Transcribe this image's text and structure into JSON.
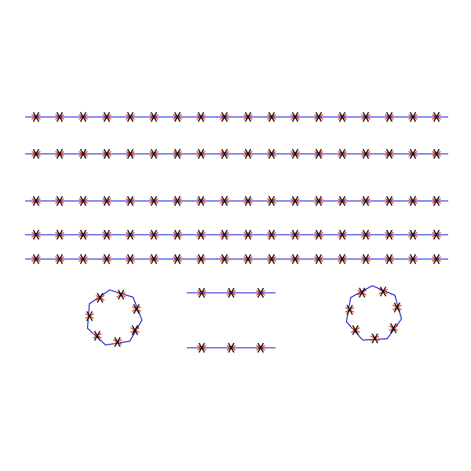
{
  "colors": {
    "background": "#ffffff",
    "line": "#0000cc",
    "marker_cross": "#000000",
    "marker_tick": "#e8401c"
  },
  "diagram": {
    "rows": [
      {
        "id": "row-1",
        "count": 18
      },
      {
        "id": "row-2",
        "count": 18
      },
      {
        "id": "row-3",
        "count": 18
      },
      {
        "id": "row-4",
        "count": 18
      },
      {
        "id": "row-5",
        "count": 18
      }
    ],
    "polygons": [
      {
        "id": "heptagon-left",
        "vertices": 7
      },
      {
        "id": "heptagon-right",
        "vertices": 7
      }
    ],
    "short_lines": [
      {
        "id": "short-line-top",
        "count": 3
      },
      {
        "id": "short-line-bottom",
        "count": 3
      }
    ]
  }
}
